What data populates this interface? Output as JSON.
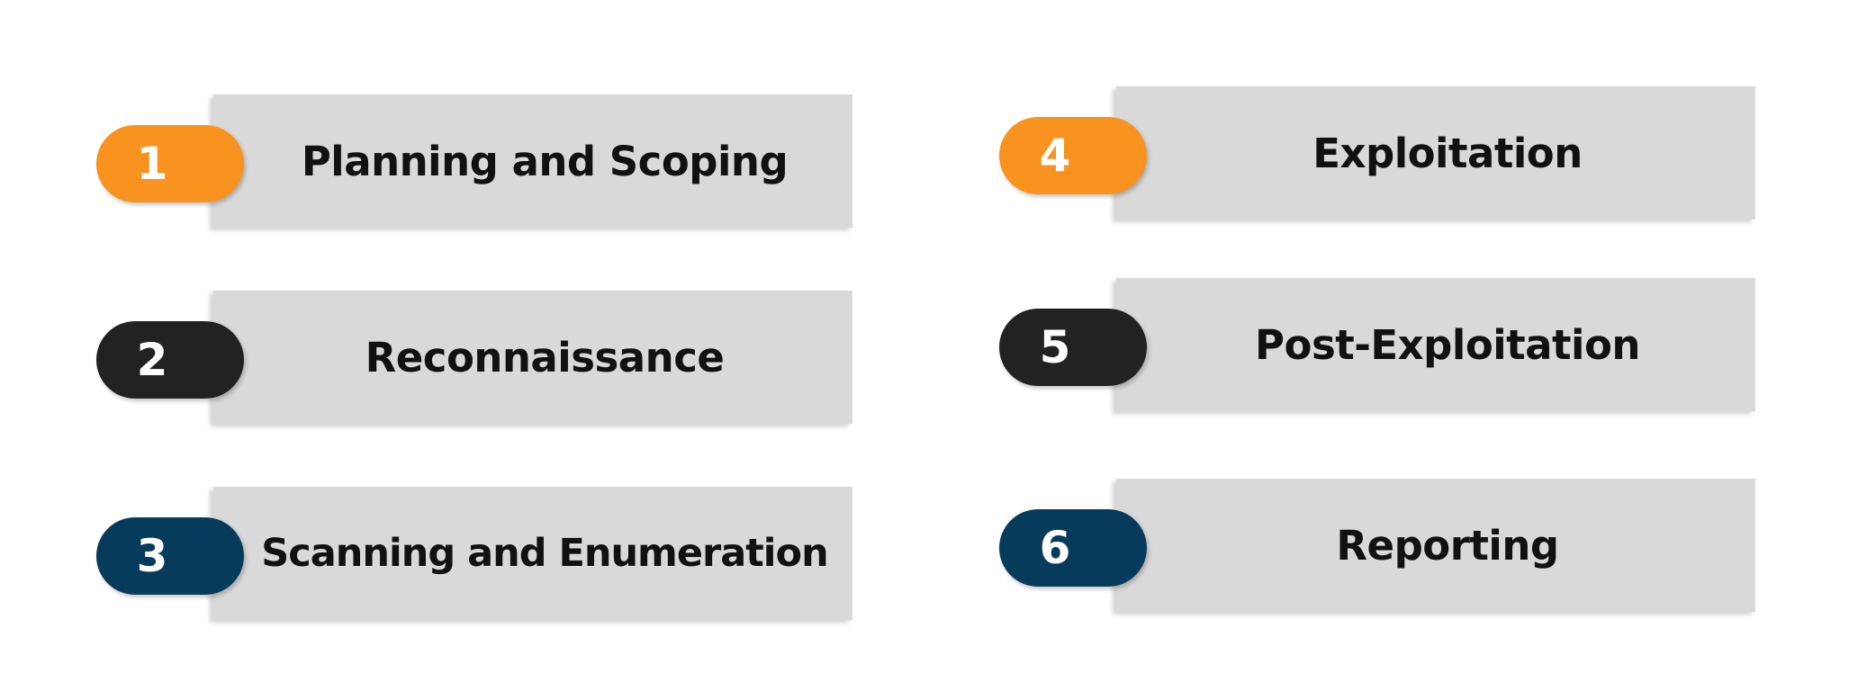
{
  "colors": {
    "orange": "#f7931e",
    "black": "#222222",
    "navy": "#073b5c",
    "panel": "#d9d9d9"
  },
  "steps": [
    {
      "number": "1",
      "label": "Planning and Scoping",
      "color": "#f7931e"
    },
    {
      "number": "2",
      "label": "Reconnaissance",
      "color": "#222222"
    },
    {
      "number": "3",
      "label": "Scanning and Enumeration",
      "color": "#073b5c"
    },
    {
      "number": "4",
      "label": "Exploitation",
      "color": "#f7931e"
    },
    {
      "number": "5",
      "label": "Post-Exploitation",
      "color": "#222222"
    },
    {
      "number": "6",
      "label": "Reporting",
      "color": "#073b5c"
    }
  ]
}
